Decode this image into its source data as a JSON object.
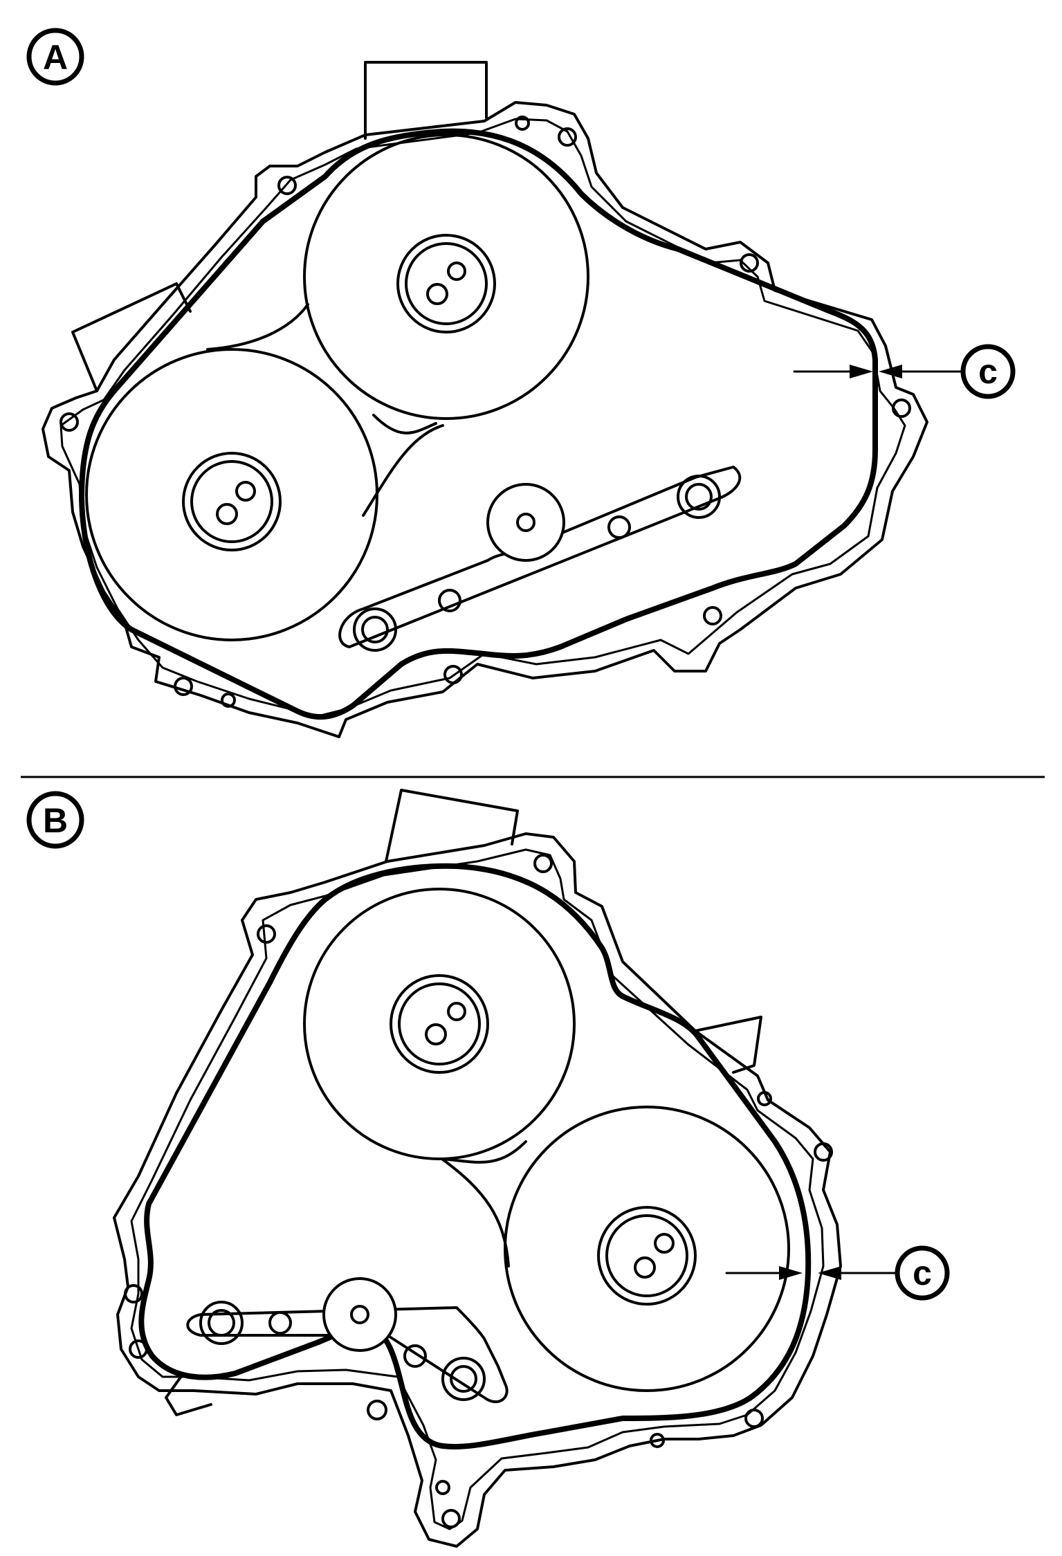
{
  "figure": {
    "view_a": {
      "label": "A",
      "callout": "c"
    },
    "view_b": {
      "label": "B",
      "callout": "c"
    }
  },
  "colors": {
    "ink": "#000000",
    "paper": "#ffffff"
  }
}
